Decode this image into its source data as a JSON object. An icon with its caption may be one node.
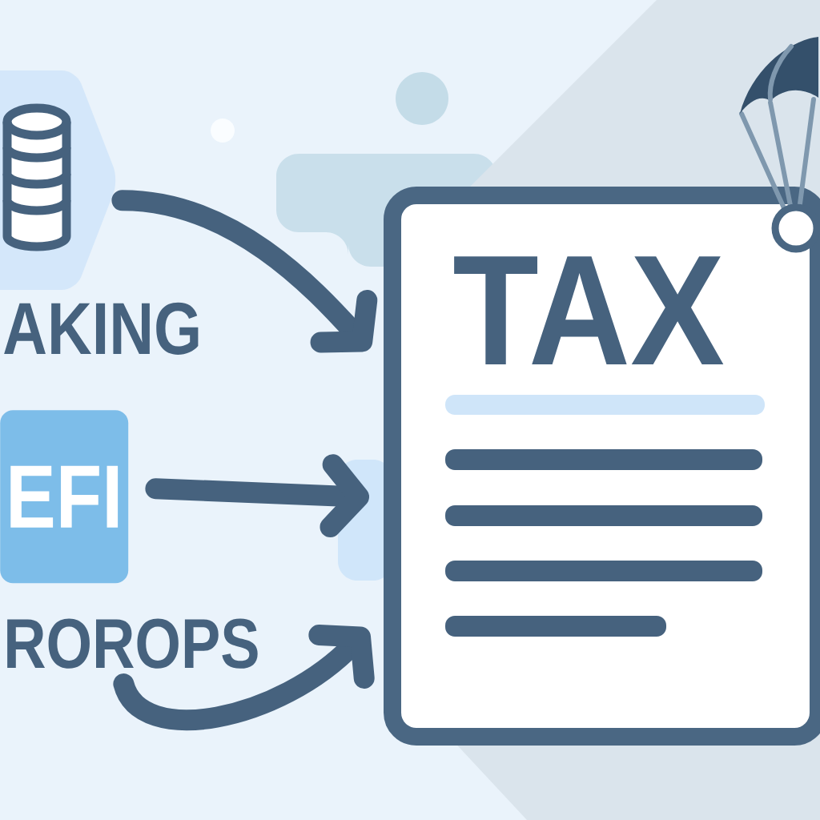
{
  "diagram": {
    "nodes": [
      {
        "text": [],
        "shape": "hexagon",
        "beside": [
          "AKING"
        ]
      },
      {
        "text": [
          "EFI"
        ]
      },
      {
        "text": [
          "ROROPS"
        ]
      },
      {
        "text": [
          "TAX"
        ]
      }
    ],
    "edges": [
      {
        "from": 0,
        "to": 3,
        "arrow": "to"
      },
      {
        "from": 1,
        "to": 3,
        "arrow": "to"
      },
      {
        "from": 2,
        "to": 3,
        "arrow": "to"
      }
    ]
  }
}
